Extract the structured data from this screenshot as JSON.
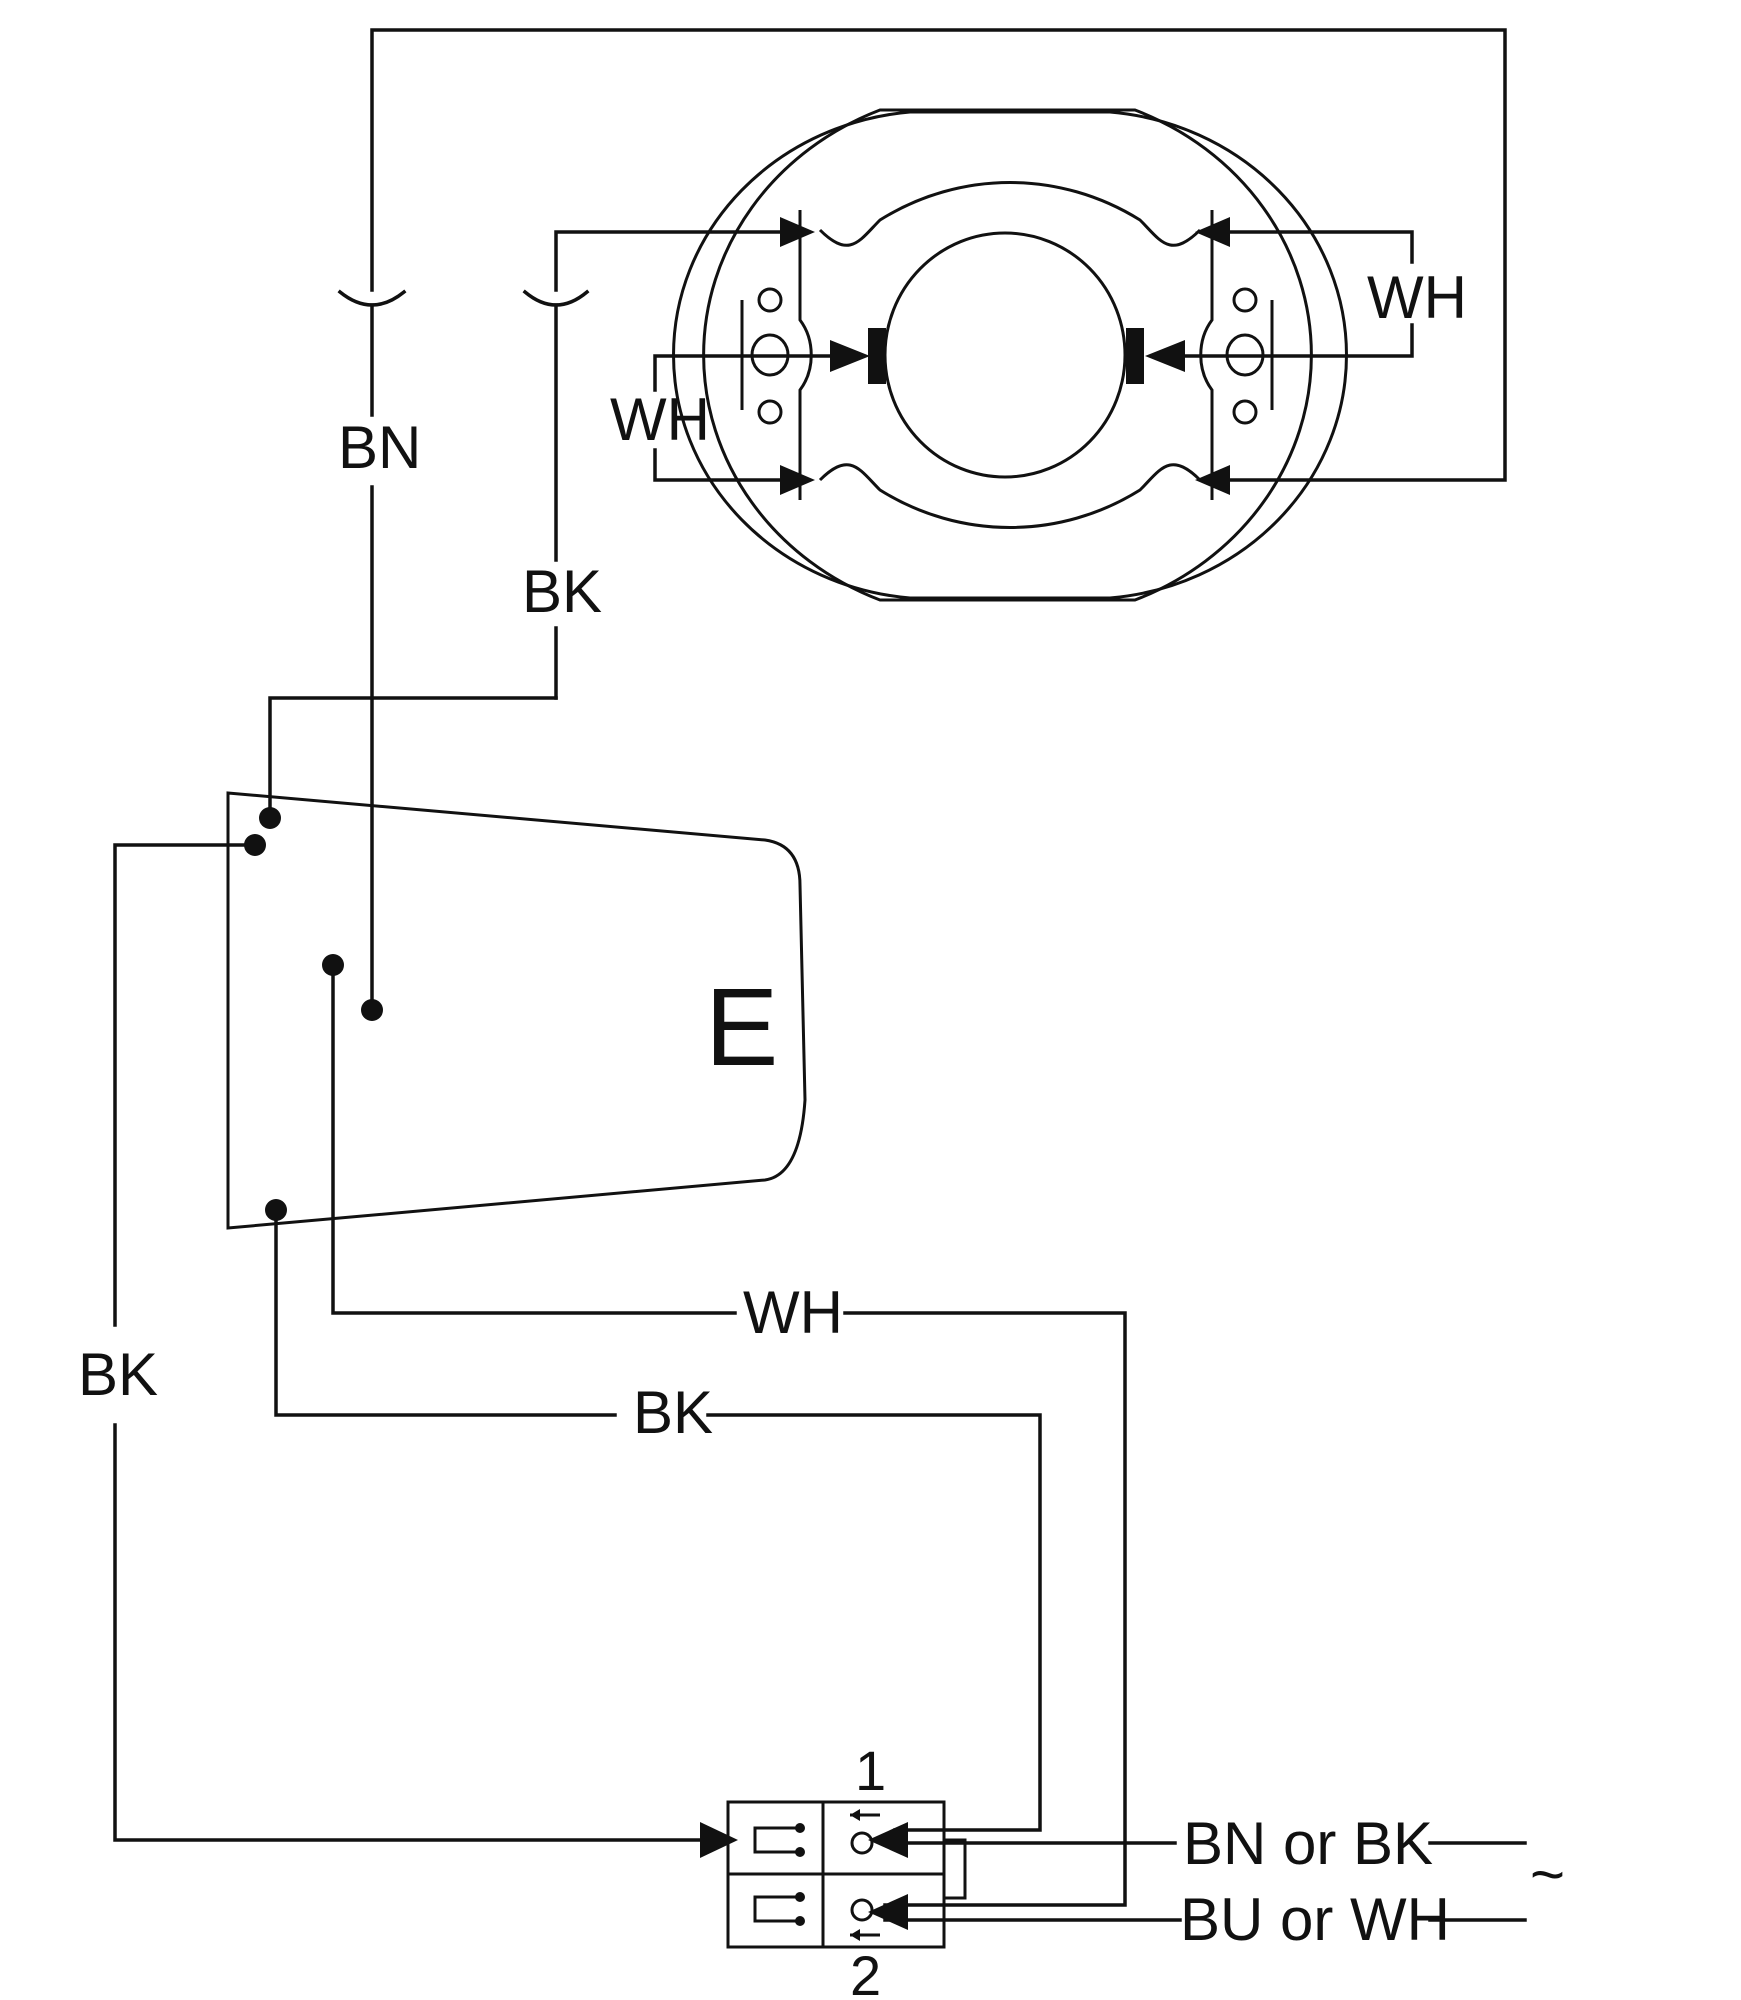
{
  "diagram": {
    "wire_labels": {
      "bn_top": "BN",
      "bk_top": "BK",
      "wh_motor_right": "WH",
      "wh_motor_left": "WH",
      "bk_left": "BK",
      "wh_bottom": "WH",
      "bk_bottom": "BK"
    },
    "component_label": "E",
    "terminal_numbers": {
      "top": "1",
      "bottom": "2"
    },
    "supply_labels": {
      "line": "BN or BK",
      "neutral": "BU or WH"
    },
    "ac_symbol": "~"
  }
}
